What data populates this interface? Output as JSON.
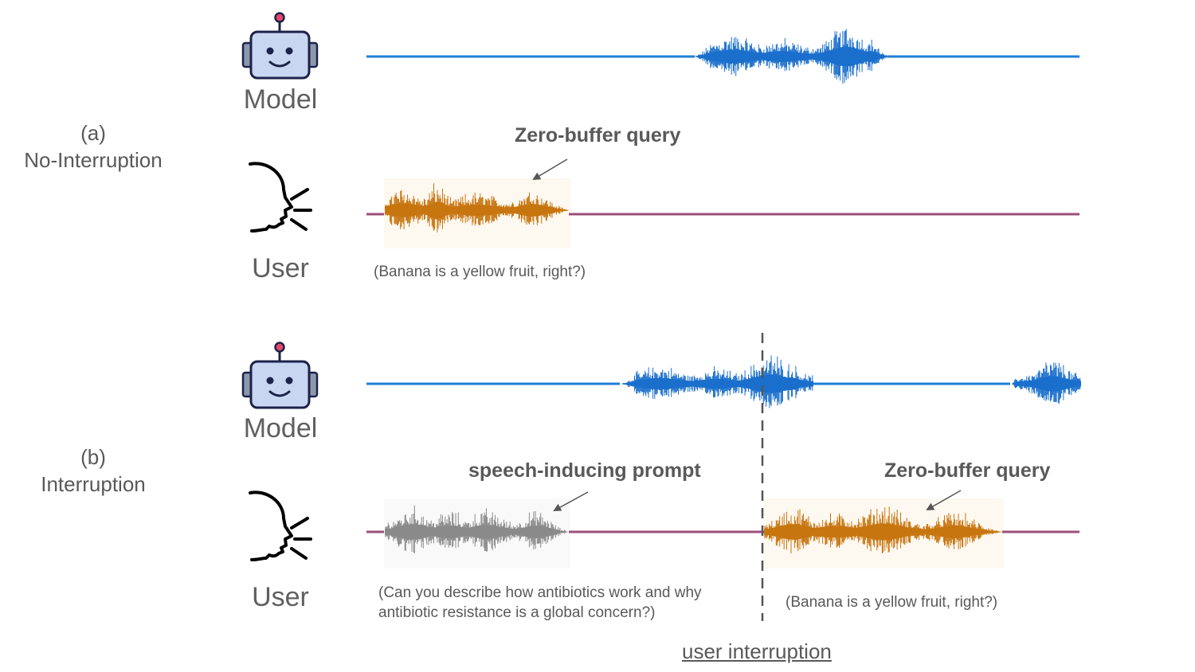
{
  "panels": [
    {
      "id": "(a)",
      "title": "No-Interruption",
      "model_label": "Model",
      "user_label": "User",
      "user_annotation": "Zero-buffer query",
      "user_caption": "(Banana is a yellow fruit, right?)"
    },
    {
      "id": "(b)",
      "title": "Interruption",
      "model_label": "Model",
      "user_label": "User",
      "prompt_annotation": "speech-inducing prompt",
      "prompt_caption_line1": "(Can you describe how antibiotics work and why",
      "prompt_caption_line2": "antibiotic resistance is a global concern?)",
      "query_annotation": "Zero-buffer query",
      "query_caption": "(Banana is a yellow fruit, right?)",
      "divider_label": "user interruption"
    }
  ],
  "colors": {
    "model_line": "#1f7fd6",
    "model_wave": "#1a6fcc",
    "user_line": "#9b4f7a",
    "query_wave": "#c7750f",
    "prompt_wave": "#8a8a8a",
    "text": "#595959",
    "robot_body": "#c9d6f2",
    "robot_outline": "#1c2348",
    "robot_antenna": "#e8476a"
  },
  "icons": [
    "robot-icon",
    "speaking-head-icon"
  ]
}
